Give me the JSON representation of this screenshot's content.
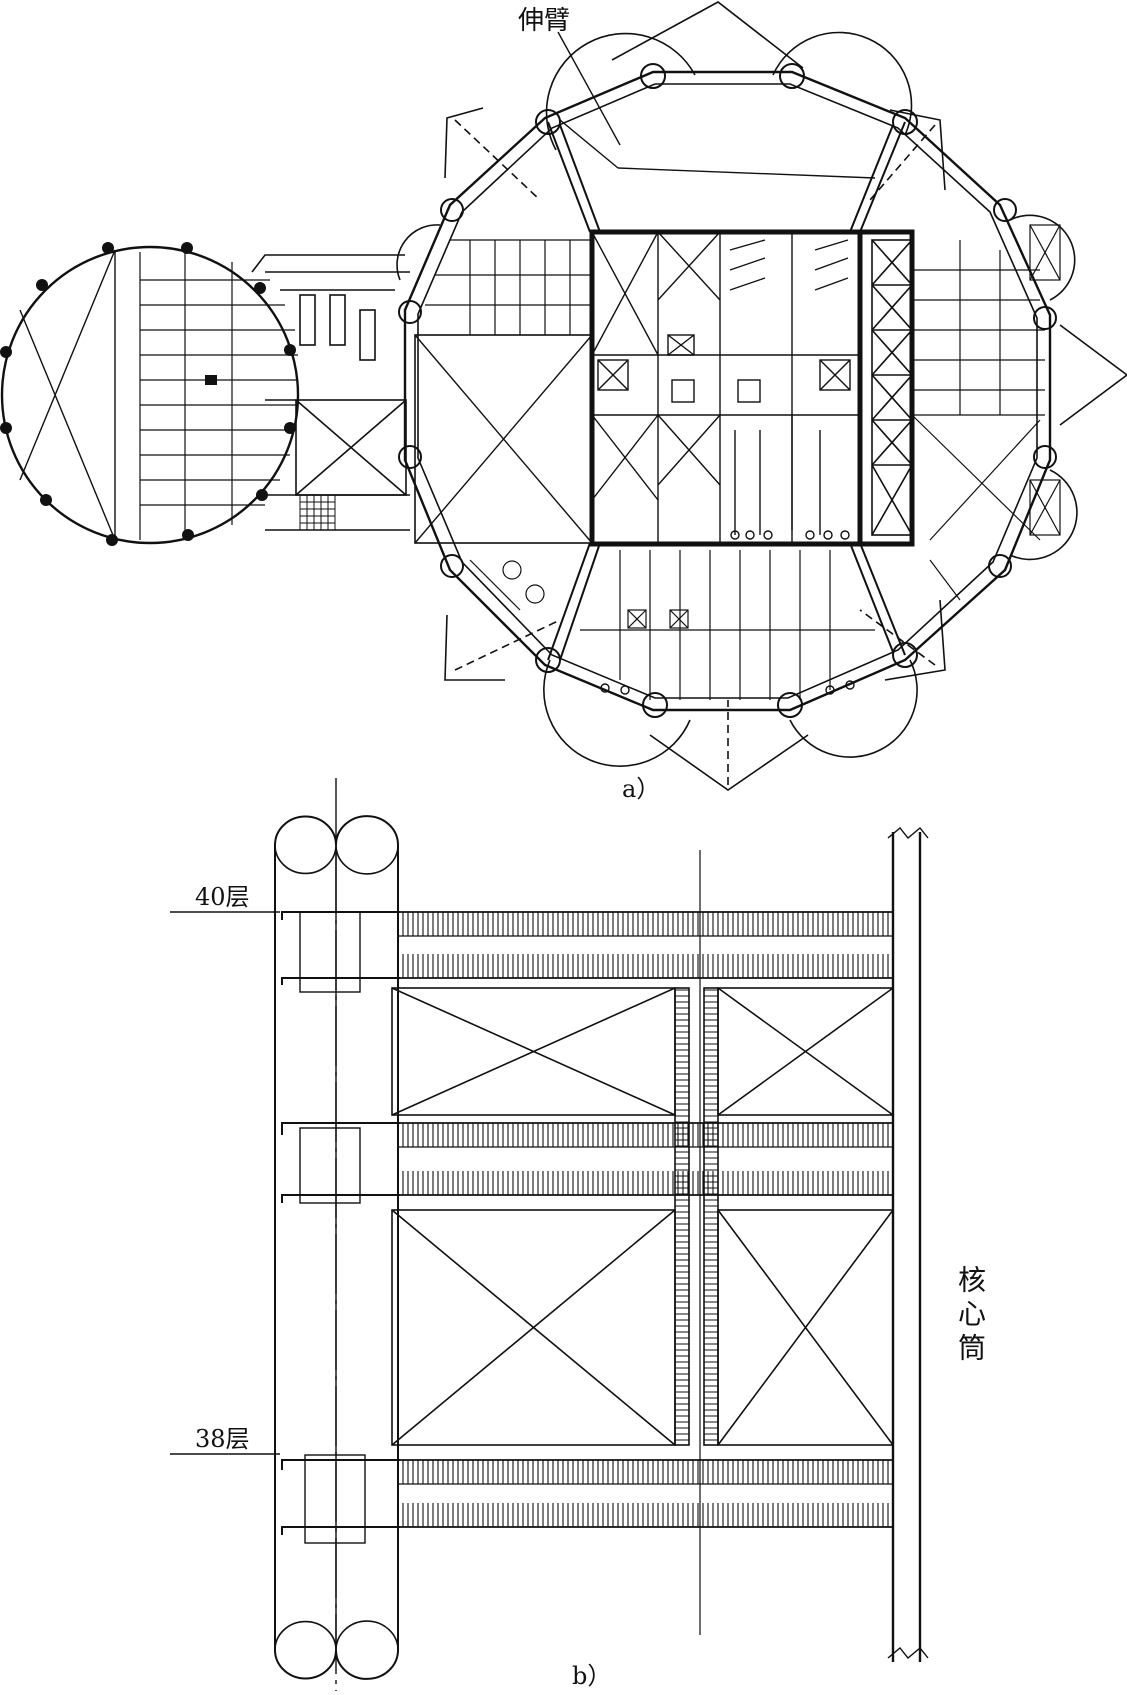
{
  "labels": {
    "outrigger": "伸臂",
    "caption_a": "a）",
    "floor_40": "40层",
    "floor_38": "38层",
    "core_tube": "核心筒",
    "caption_b": "b）"
  }
}
